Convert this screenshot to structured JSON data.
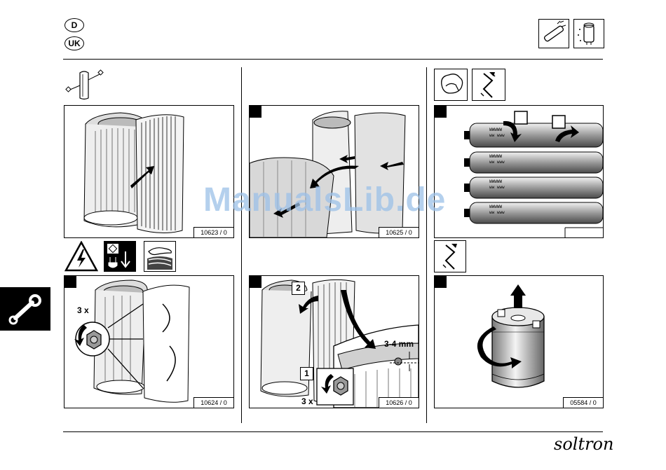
{
  "header": {
    "languages": [
      "D",
      "UK"
    ]
  },
  "panels": {
    "p1": {
      "code": "10623 / 0"
    },
    "p2": {
      "code": "10625 / 0"
    },
    "p3": {
      "code": ""
    },
    "p4": {
      "code": "10624 / 0",
      "count_label": "3 x"
    },
    "p5": {
      "code": "10626 / 0",
      "count_label": "3 x",
      "measure_label": "3-4 mm",
      "step1": "1",
      "step2": "2"
    },
    "p6": {
      "code": "05584 / 0"
    }
  },
  "watermark": "ManualsLib.de",
  "brand": "soltron"
}
